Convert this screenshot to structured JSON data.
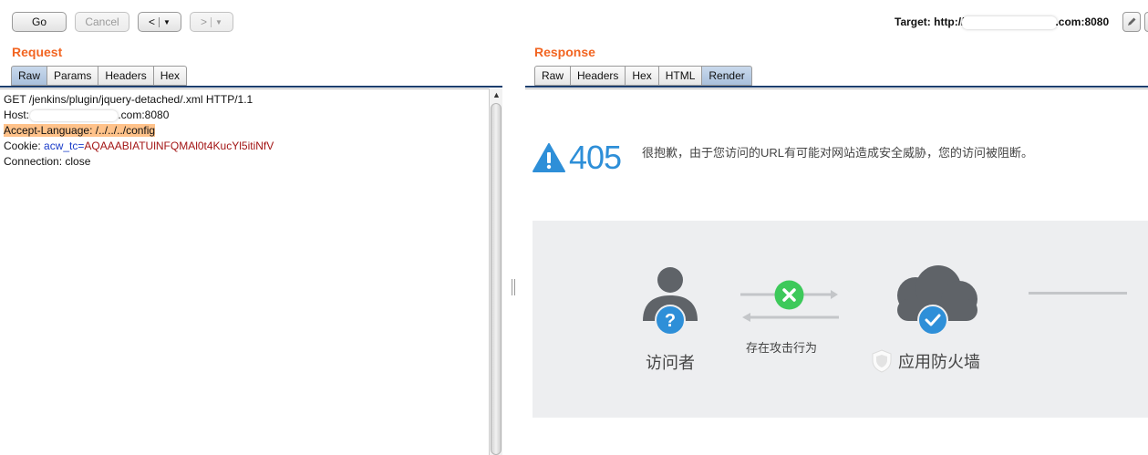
{
  "toolbar": {
    "go_label": "Go",
    "cancel_label": "Cancel",
    "back_label": "<",
    "forward_label": ">",
    "target_prefix": "Target: http://",
    "target_suffix": ".com:8080"
  },
  "request": {
    "title": "Request",
    "tabs": [
      "Raw",
      "Params",
      "Headers",
      "Hex"
    ],
    "active_tab": "Raw",
    "lines": {
      "request_line": "GET /jenkins/plugin/jquery-detached/.xml  HTTP/1.1",
      "host_prefix": "Host: ",
      "host_suffix": ".com:8080",
      "accept_language": "Accept-Language: /../../../config",
      "cookie_prefix": "Cookie: ",
      "cookie_name": "acw_tc",
      "cookie_eq": "=",
      "cookie_value": "AQAAABIATUlNFQMAl0t4KucYl5itiNfV",
      "connection": "Connection: close"
    }
  },
  "response": {
    "title": "Response",
    "tabs": [
      "Raw",
      "Headers",
      "Hex",
      "HTML",
      "Render"
    ],
    "active_tab": "Render",
    "render": {
      "error_code": "405",
      "error_message": "很抱歉，由于您访问的URL有可能对网站造成安全威胁，您的访问被阻断。",
      "visitor_label": "访问者",
      "attack_label": "存在攻击行为",
      "waf_label": "应用防火墙"
    }
  },
  "colors": {
    "accent_orange": "#f26522",
    "highlight": "#ffc28a",
    "cookie_name": "#1a3cc9",
    "cookie_value": "#a31515",
    "error_blue": "#2e8fd8",
    "block_green": "#3dc95a",
    "icon_gray": "#5f6368"
  },
  "icons": [
    "warning-icon",
    "user-icon",
    "question-icon",
    "blocked-icon",
    "cloud-icon",
    "check-icon",
    "shield-icon",
    "pencil-icon"
  ]
}
